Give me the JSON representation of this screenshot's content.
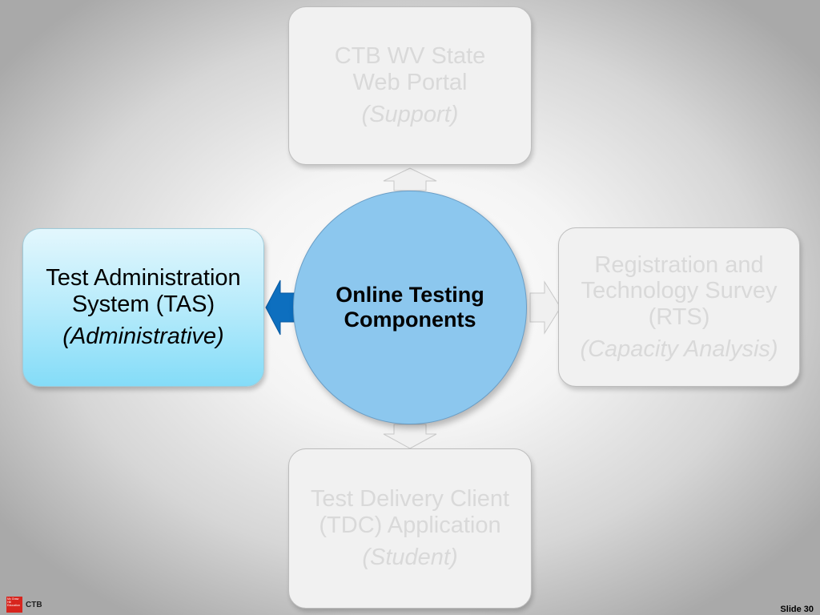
{
  "diagram": {
    "hub": {
      "label": "Online Testing Components"
    },
    "nodes": [
      {
        "id": "top",
        "title": "CTB WV State Web Portal",
        "subtitle": "(Support)",
        "state": "faded"
      },
      {
        "id": "right",
        "title": "Registration and Technology Survey (RTS)",
        "subtitle": "(Capacity Analysis)",
        "state": "faded"
      },
      {
        "id": "bottom",
        "title": "Test Delivery Client (TDC) Application",
        "subtitle": "(Student)",
        "state": "faded"
      },
      {
        "id": "left",
        "title": "Test Administration System (TAS)",
        "subtitle": "(Administrative)",
        "state": "active"
      }
    ]
  },
  "footer": {
    "logo_mark": "Mc Graw Hill Education",
    "logo_text": "CTB",
    "slide_label": "Slide 30"
  },
  "colors": {
    "hub_fill": "#8cc7ee",
    "active_arrow": "#0d6fbf",
    "faded_text": "#d9d9d9",
    "active_box": "#b7ebfb",
    "logo_red": "#d7251e"
  }
}
